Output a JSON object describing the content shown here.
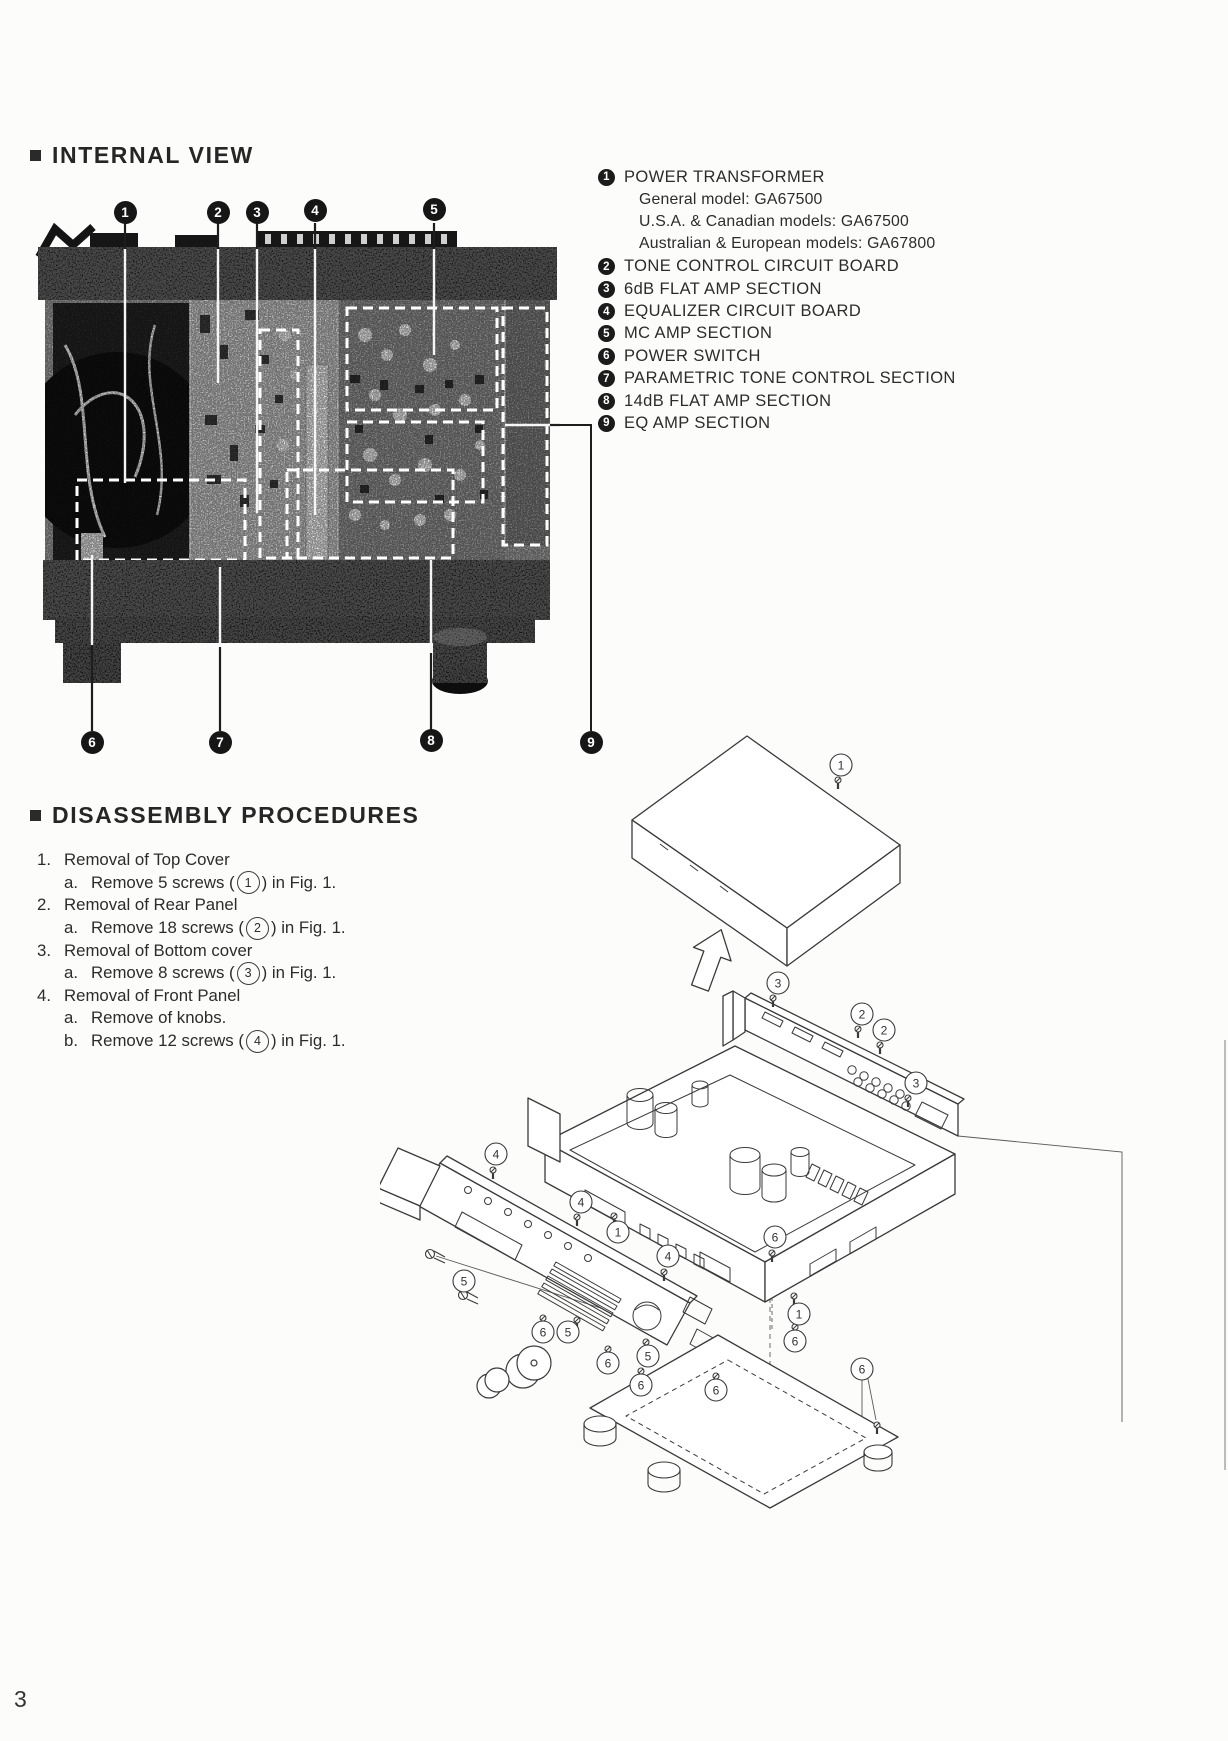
{
  "page": {
    "number": "3"
  },
  "internal_view": {
    "title": "INTERNAL VIEW",
    "photo_callouts": [
      "1",
      "2",
      "3",
      "4",
      "5",
      "6",
      "7",
      "8",
      "9"
    ],
    "legend": [
      {
        "num": "1",
        "label": "POWER TRANSFORMER",
        "sublines": [
          "General model: GA67500",
          "U.S.A. & Canadian models: GA67500",
          "Australian & European models: GA67800"
        ]
      },
      {
        "num": "2",
        "label": "TONE CONTROL CIRCUIT BOARD",
        "sublines": []
      },
      {
        "num": "3",
        "label": "6dB FLAT AMP SECTION",
        "sublines": []
      },
      {
        "num": "4",
        "label": "EQUALIZER CIRCUIT BOARD",
        "sublines": []
      },
      {
        "num": "5",
        "label": "MC AMP SECTION",
        "sublines": []
      },
      {
        "num": "6",
        "label": "POWER SWITCH",
        "sublines": []
      },
      {
        "num": "7",
        "label": "PARAMETRIC TONE CONTROL SECTION",
        "sublines": []
      },
      {
        "num": "8",
        "label": "14dB FLAT AMP SECTION",
        "sublines": []
      },
      {
        "num": "9",
        "label": "EQ AMP SECTION",
        "sublines": []
      }
    ]
  },
  "disassembly": {
    "title": "DISASSEMBLY PROCEDURES",
    "steps": [
      {
        "num": "1.",
        "title": "Removal of Top Cover",
        "substeps": [
          {
            "letter": "a.",
            "pre": "Remove 5 screws (",
            "circled": "1",
            "post": ") in Fig. 1."
          }
        ]
      },
      {
        "num": "2.",
        "title": "Removal of Rear Panel",
        "substeps": [
          {
            "letter": "a.",
            "pre": "Remove 18 screws (",
            "circled": "2",
            "post": ") in Fig. 1."
          }
        ]
      },
      {
        "num": "3.",
        "title": "Removal of Bottom cover",
        "substeps": [
          {
            "letter": "a.",
            "pre": "Remove 8 screws (",
            "circled": "3",
            "post": ") in Fig. 1."
          }
        ]
      },
      {
        "num": "4.",
        "title": "Removal of Front Panel",
        "substeps": [
          {
            "letter": "a.",
            "pre": "Remove of knobs.",
            "circled": "",
            "post": ""
          },
          {
            "letter": "b.",
            "pre": "Remove 12 screws (",
            "circled": "4",
            "post": ") in Fig. 1."
          }
        ]
      }
    ]
  },
  "figure": {
    "screw_callouts": [
      "1",
      "3",
      "2",
      "2",
      "3",
      "4",
      "4",
      "4",
      "1",
      "1",
      "5",
      "5",
      "5",
      "6",
      "6",
      "6",
      "6",
      "6",
      "6",
      "6"
    ]
  }
}
